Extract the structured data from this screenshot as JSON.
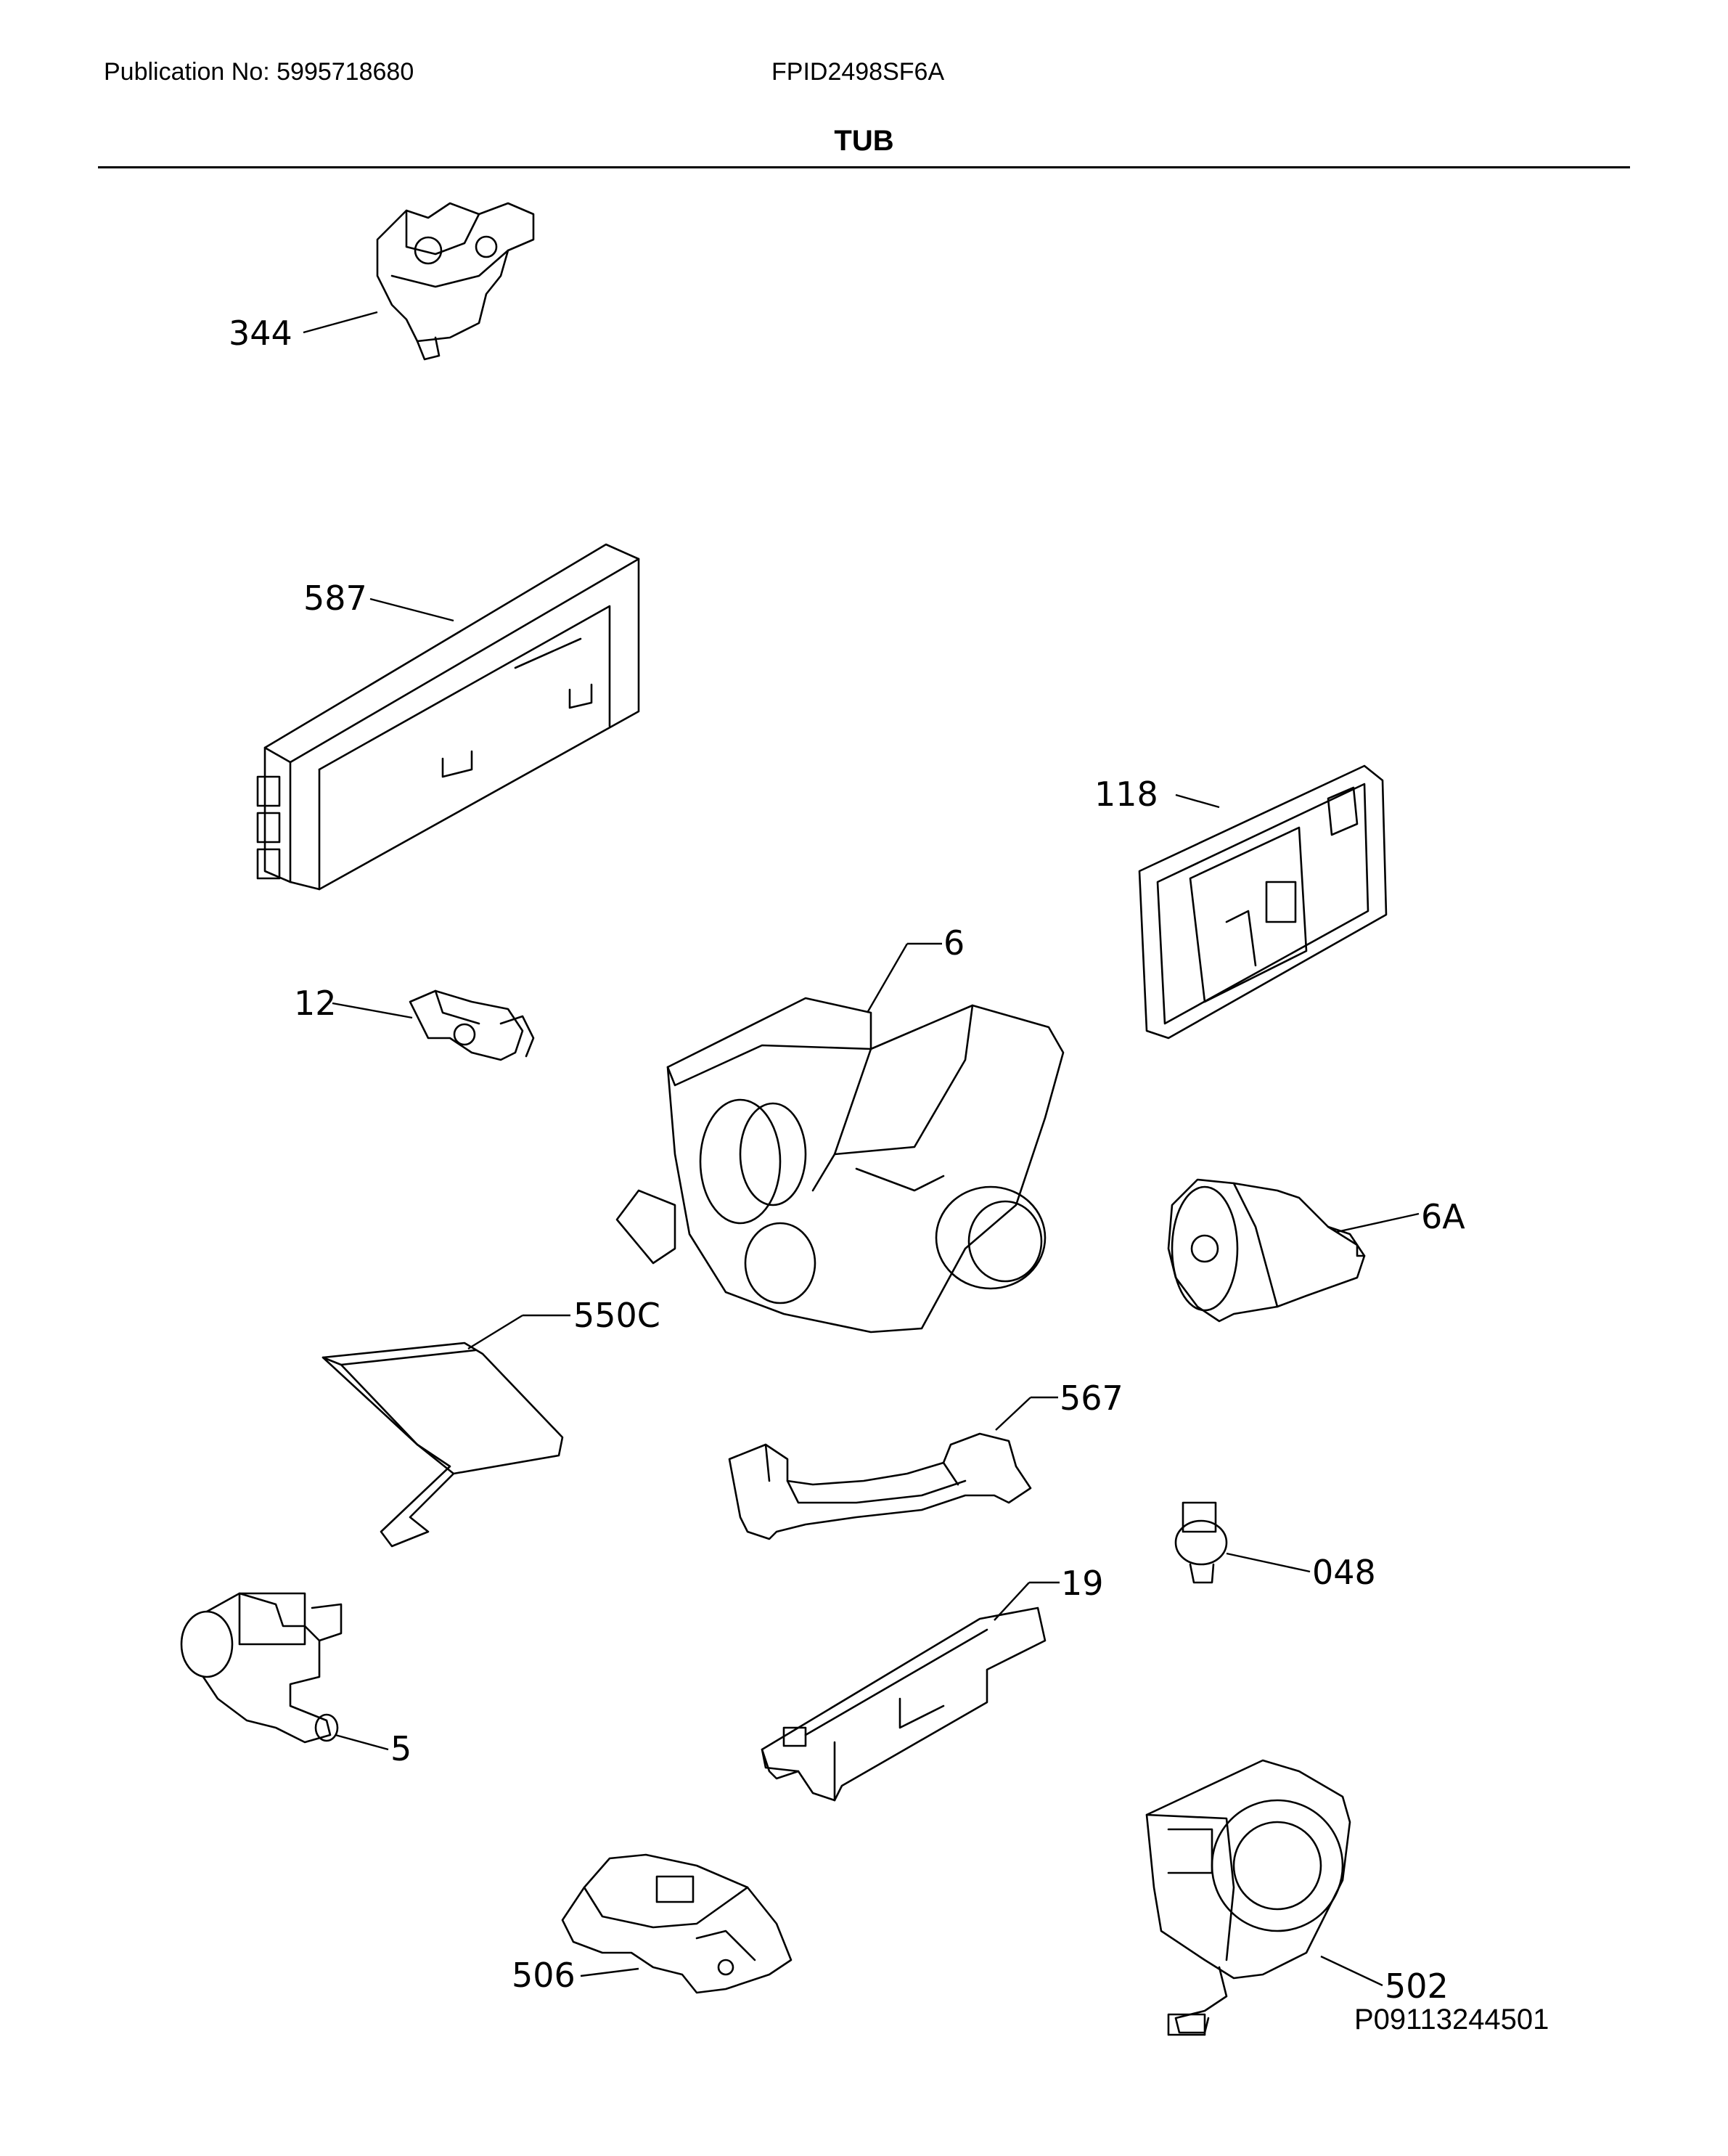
{
  "header": {
    "publication": "Publication No: 5995718680",
    "model": "FPID2498SF6A",
    "section_title": "TUB"
  },
  "diagram_id": "P09113244501",
  "parts": [
    {
      "key": "p344",
      "label": "344",
      "icon": "door-lock-icon"
    },
    {
      "key": "p587",
      "label": "587",
      "icon": "control-board-housing-icon"
    },
    {
      "key": "p118",
      "label": "118",
      "icon": "detergent-dispenser-icon"
    },
    {
      "key": "p6",
      "label": "6",
      "icon": "circulation-pump-housing-icon"
    },
    {
      "key": "p12",
      "label": "12",
      "icon": "pressure-switch-icon"
    },
    {
      "key": "p6A",
      "label": "6A",
      "icon": "drain-pump-icon"
    },
    {
      "key": "p550C",
      "label": "550C",
      "icon": "deflector-cover-icon"
    },
    {
      "key": "p567",
      "label": "567",
      "icon": "bracket-clamp-icon"
    },
    {
      "key": "p048",
      "label": "048",
      "icon": "temperature-sensor-icon"
    },
    {
      "key": "p19",
      "label": "19",
      "icon": "bracket-icon"
    },
    {
      "key": "p5",
      "label": "5",
      "icon": "inlet-valve-icon"
    },
    {
      "key": "p506",
      "label": "506",
      "icon": "bracket-assembly-icon"
    },
    {
      "key": "p502",
      "label": "502",
      "icon": "blower-fan-icon"
    }
  ]
}
